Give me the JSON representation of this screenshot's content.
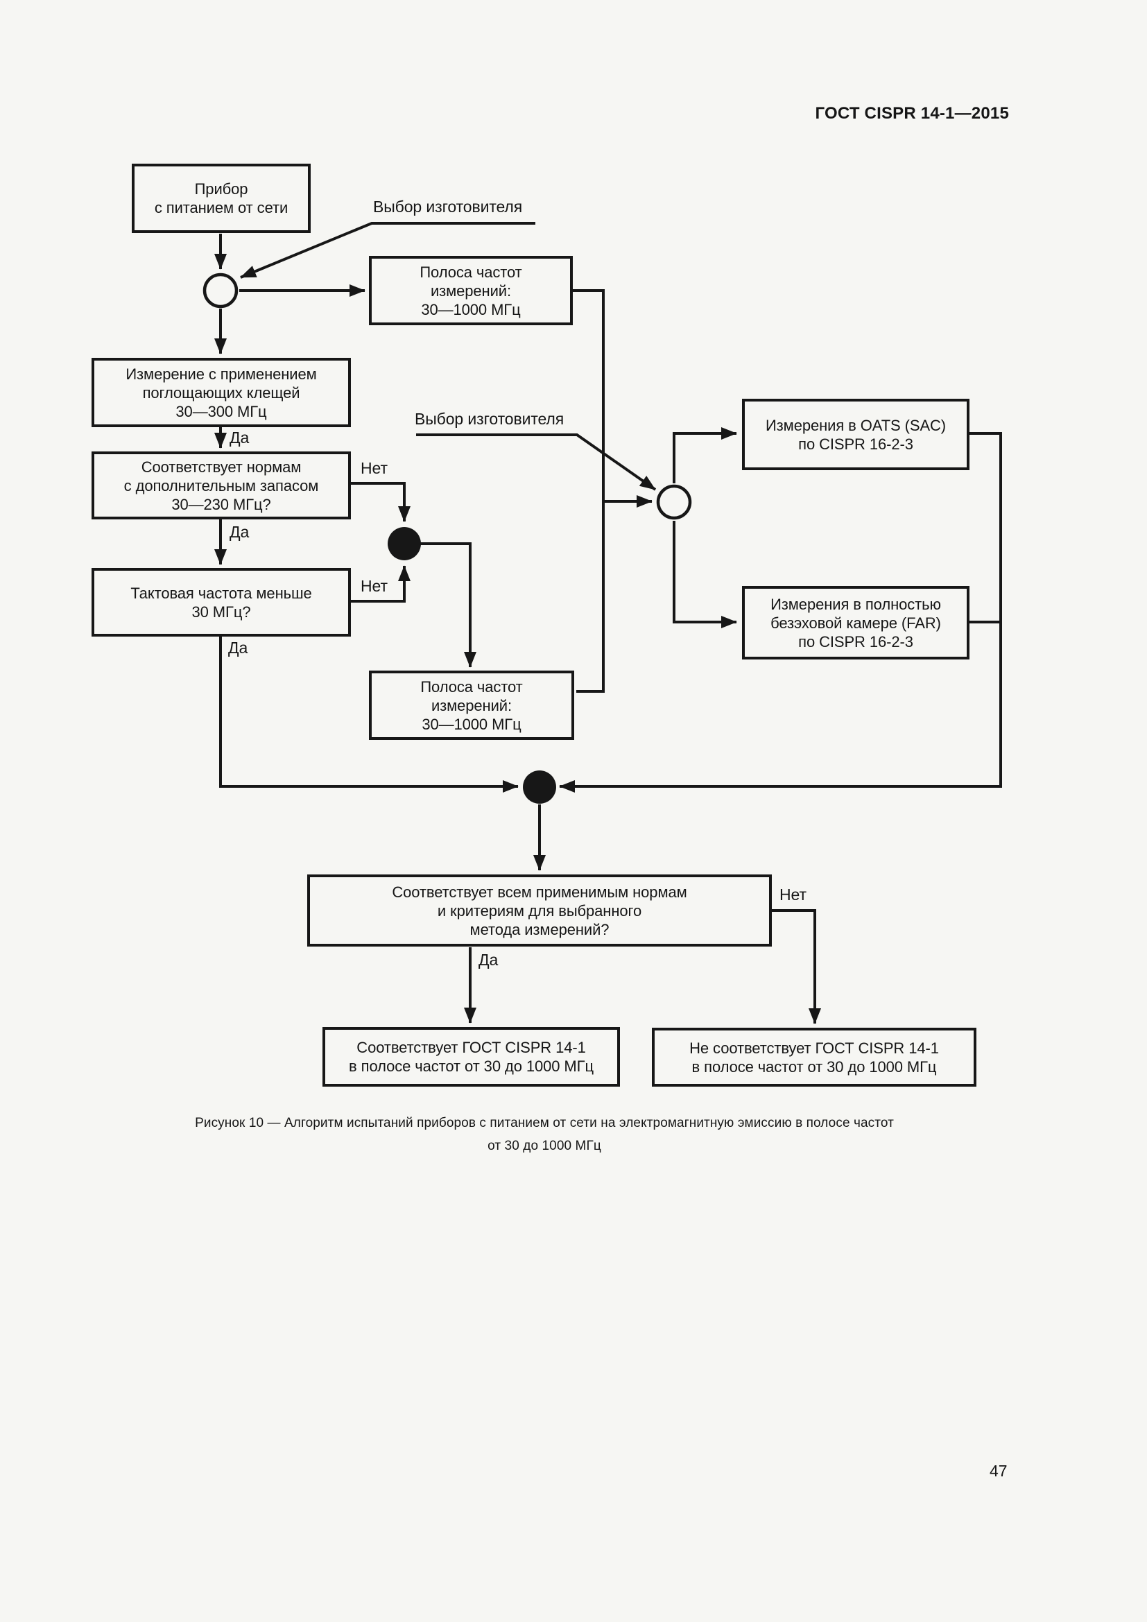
{
  "page": {
    "header_title": "ГОСТ CISPR 14-1—2015",
    "page_number": "47",
    "caption": "Рисунок 10 — Алгоритм испытаний приборов с питанием от сети на электромагнитную эмиссию в полосе частот\nот 30 до 1000 МГц"
  },
  "flowchart": {
    "edge_labels": {
      "yes": "Да",
      "no": "Нет",
      "manufacturer_choice": "Выбор изготовителя"
    },
    "nodes": {
      "appliance": "Прибор\nс питанием от сети",
      "freq_band_top": "Полоса частот\nизмерений:\n30—1000 МГц",
      "absorbing_clamp": "Измерение с применением\nпоглощающих клещей\n30—300 МГц",
      "margin_check": "Соответствует нормам\nс дополнительным запасом\n30—230 МГц?",
      "clock_check": "Тактовая частота меньше\n30 МГц?",
      "freq_band_bottom": "Полоса частот\nизмерений:\n30—1000 МГц",
      "oats": "Измерения в OATS (SAC)\nпо CISPR 16-2-3",
      "far": "Измерения в полностью\nбезэховой камере (FAR)\nпо CISPR 16-2-3",
      "comply_question": "Соответствует всем применимым нормам\nи критериям для выбранного\nметода измерений?",
      "pass": "Соответствует ГОСТ CISPR 14-1\nв полосе частот от 30 до 1000 МГц",
      "fail": "Не соответствует ГОСТ CISPR 14-1\nв полосе частот от 30 до 1000 МГц"
    }
  }
}
